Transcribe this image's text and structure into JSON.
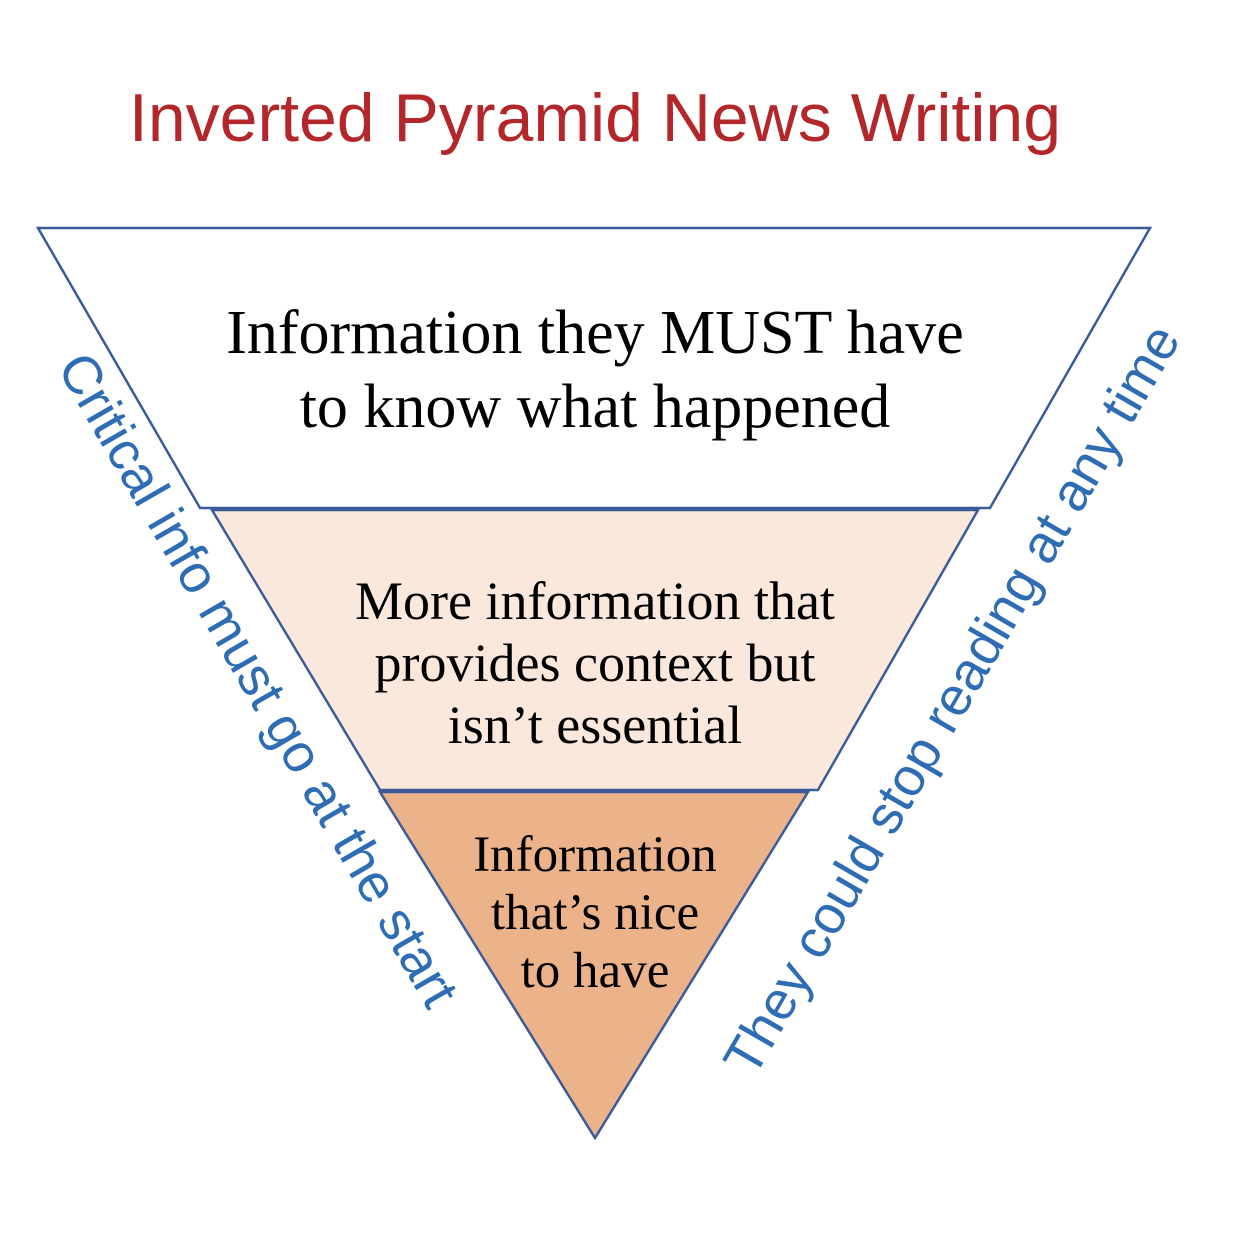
{
  "title": "Inverted Pyramid News Writing",
  "colors": {
    "title": "#b3262a",
    "outline": "#3b5a99",
    "side_text": "#2e6db4",
    "tier_top_fill": "#ffffff",
    "tier_middle_fill": "#fbe8dc",
    "tier_bottom_fill": "#ecb38b"
  },
  "tiers": [
    {
      "lines": [
        "Information they MUST have",
        "to know what happened"
      ]
    },
    {
      "lines": [
        "More information that",
        "provides context but",
        "isn’t essential"
      ]
    },
    {
      "lines": [
        "Information",
        "that’s nice",
        "to have"
      ]
    }
  ],
  "side_notes": {
    "left": "Critical info must go at the start",
    "right": "They could stop reading at any time"
  }
}
